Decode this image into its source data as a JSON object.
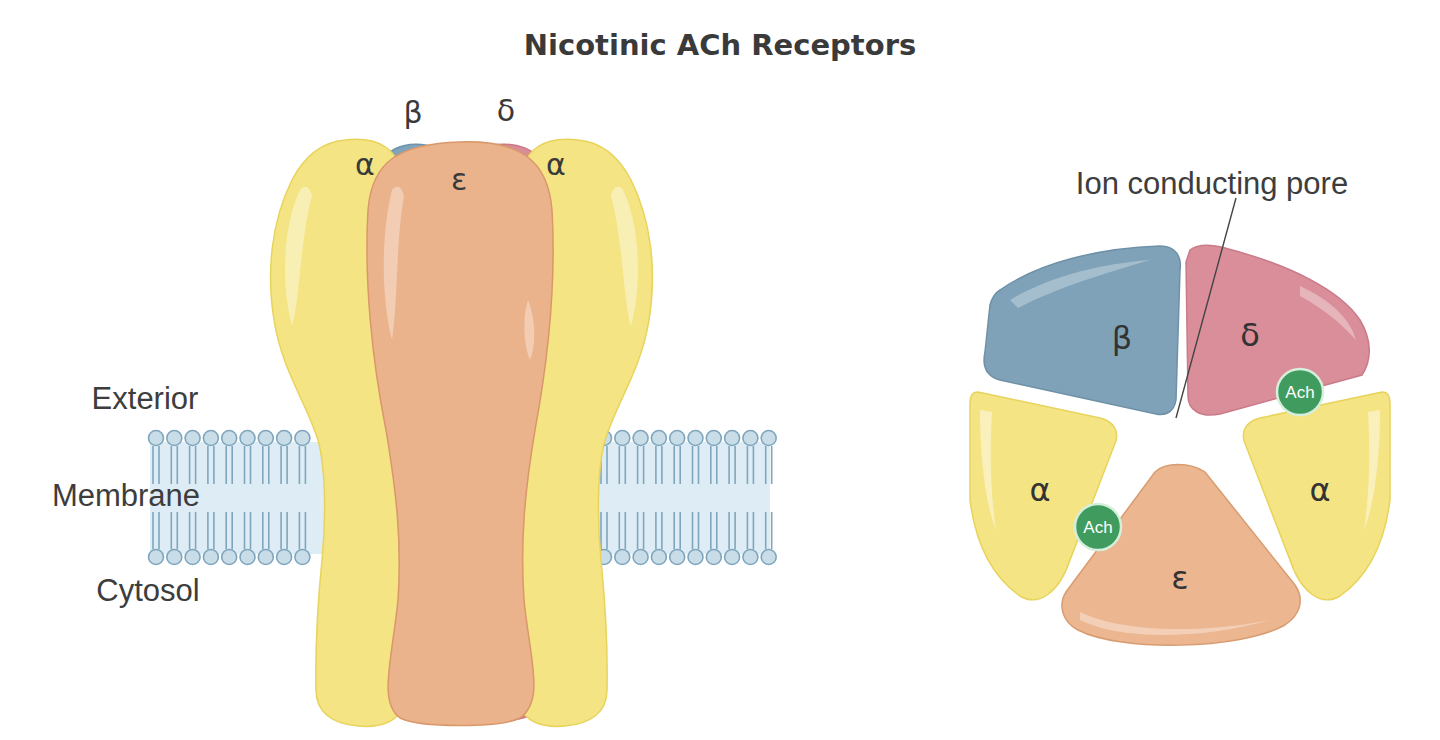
{
  "diagram": {
    "title": "Nicotinic ACh Receptors",
    "nodes": [
      {
        "text": [
          "β"
        ]
      },
      {
        "text": [
          "δ"
        ]
      },
      {
        "text": [
          "α"
        ]
      },
      {
        "text": [
          "ε"
        ]
      },
      {
        "text": [
          "α"
        ]
      },
      {
        "text": [
          "β"
        ]
      },
      {
        "text": [
          "δ"
        ]
      },
      {
        "text": [
          "Ach"
        ]
      },
      {
        "text": [
          "α"
        ]
      },
      {
        "text": [
          "α"
        ]
      },
      {
        "text": [
          "Ach"
        ]
      },
      {
        "text": [
          "ε"
        ]
      }
    ],
    "labels": [
      "Ion conducting pore",
      "Exterior",
      "Membrane",
      "Cytosol"
    ]
  }
}
